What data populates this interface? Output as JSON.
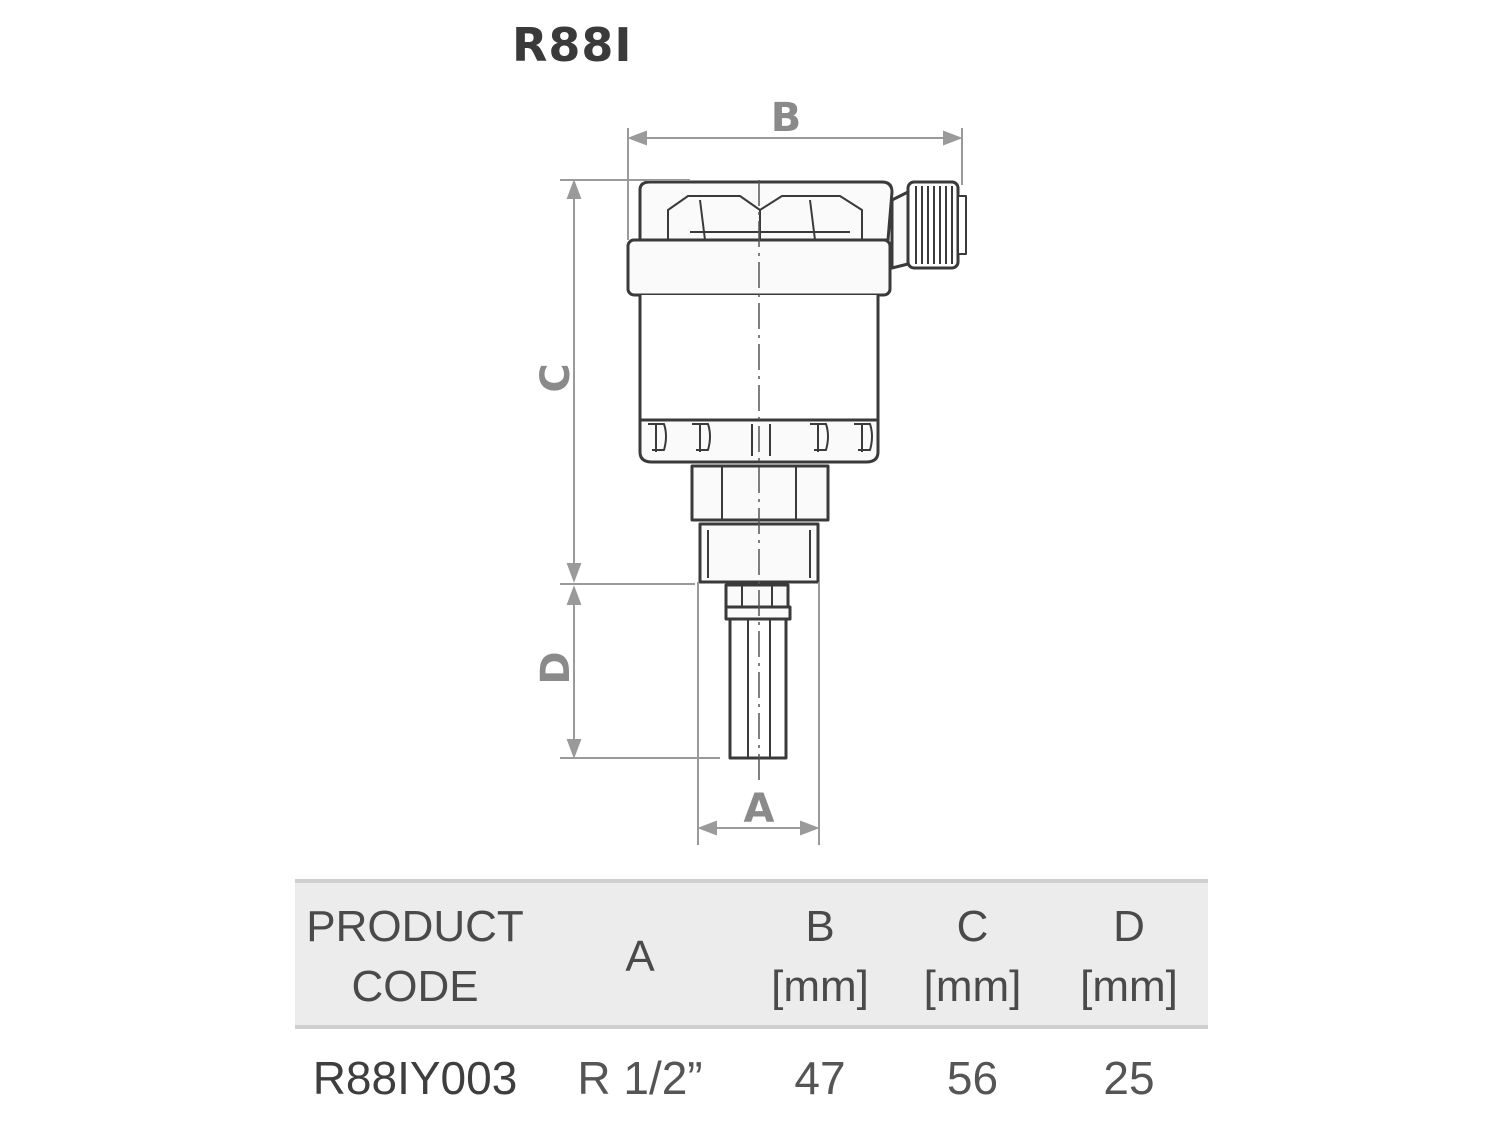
{
  "title": "R88I",
  "dimensions": {
    "A": "A",
    "B": "B",
    "C": "C",
    "D": "D"
  },
  "table": {
    "headers": [
      {
        "line1": "PRODUCT",
        "line2": "CODE"
      },
      {
        "line1": "A",
        "line2": ""
      },
      {
        "line1": "B",
        "line2": "[mm]"
      },
      {
        "line1": "C",
        "line2": "[mm]"
      },
      {
        "line1": "D",
        "line2": "[mm]"
      }
    ],
    "rows": [
      {
        "code": "R88IY003",
        "a": "R 1/2”",
        "b": "47",
        "c": "56",
        "d": "25"
      }
    ]
  }
}
